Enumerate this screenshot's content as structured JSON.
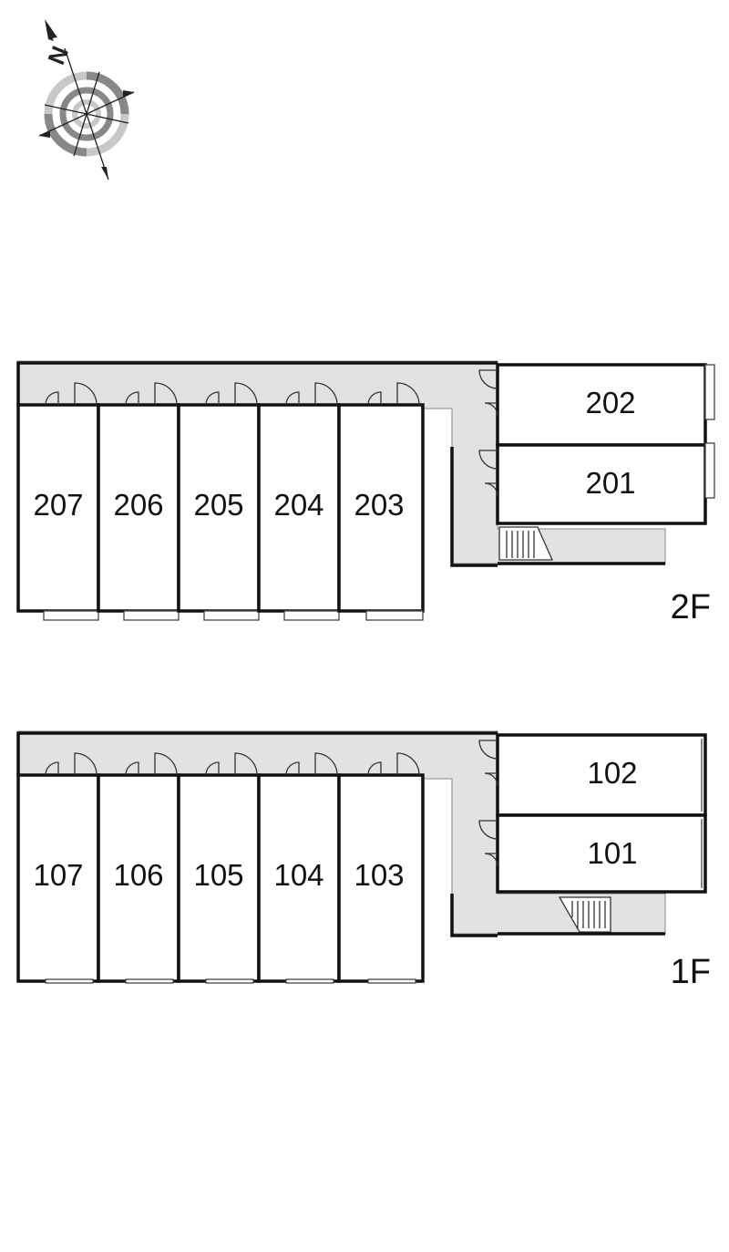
{
  "compass": {
    "label": "N",
    "icon": "north-compass-icon",
    "ring_color": "#888888",
    "ring_light": "#c8c8c8"
  },
  "colors": {
    "corridor": "#e2e2e2",
    "wall": "#111111",
    "background": "#ffffff"
  },
  "floors": [
    {
      "id": "2f",
      "label": "2F",
      "row_units": [
        "207",
        "206",
        "205",
        "204",
        "203"
      ],
      "side_units": [
        "202",
        "201"
      ]
    },
    {
      "id": "1f",
      "label": "1F",
      "row_units": [
        "107",
        "106",
        "105",
        "104",
        "103"
      ],
      "side_units": [
        "102",
        "101"
      ]
    }
  ]
}
